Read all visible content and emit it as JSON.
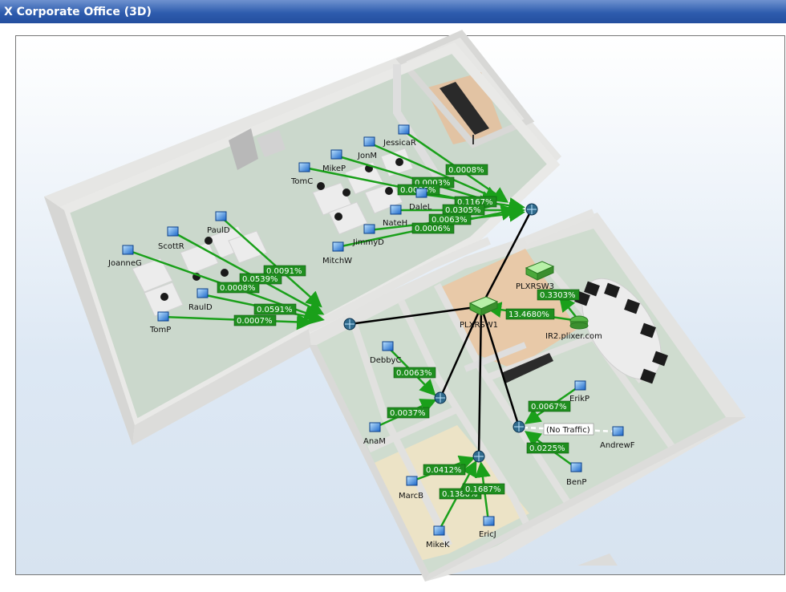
{
  "window": {
    "title": "X Corporate Office (3D)"
  },
  "links": {
    "l1": "0.0008%",
    "l2": "0.0003%",
    "l3": "0.0006%",
    "l4": "0.1167%",
    "l5": "0.0305%",
    "l6": "0.0063%",
    "l7": "0.0006%",
    "l8": "0.0091%",
    "l9": "0.0539%",
    "l10": "0.0008%",
    "l11": "0.0591%",
    "l12": "0.0007%",
    "l13": "0.3303%",
    "l14": "13.4680%",
    "l15": "0.0063%",
    "l16": "0.0037%",
    "l17": "0.0067%",
    "l18": "(No Traffic)",
    "l19": "0.0225%",
    "l20": "0.0412%",
    "l21": "0.1687%",
    "l22": "0.1380%"
  },
  "devices": {
    "jessicar": "JessicaR",
    "jonm": "JonM",
    "mikep": "MikeP",
    "tomc": "TomC",
    "dalel": "DaleL",
    "nateh": "NateH",
    "jimmyd": "JimmyD",
    "mitchw": "MitchW",
    "pauld": "PaulD",
    "scottr": "ScottR",
    "joanneg": "JoanneG",
    "rauld": "RaulD",
    "tomp": "TomP",
    "plxrsw3": "PLXRSW3",
    "plxrsw1": "PLXRSW1",
    "ir2": "IR2.plixer.com",
    "debbyc": "DebbyC",
    "anam": "AnaM",
    "erikp": "ErikP",
    "andrewf": "AndrewF",
    "benp": "BenP",
    "marcb": "MarcB",
    "mikek": "MikeK",
    "ericj": "EricJ"
  }
}
